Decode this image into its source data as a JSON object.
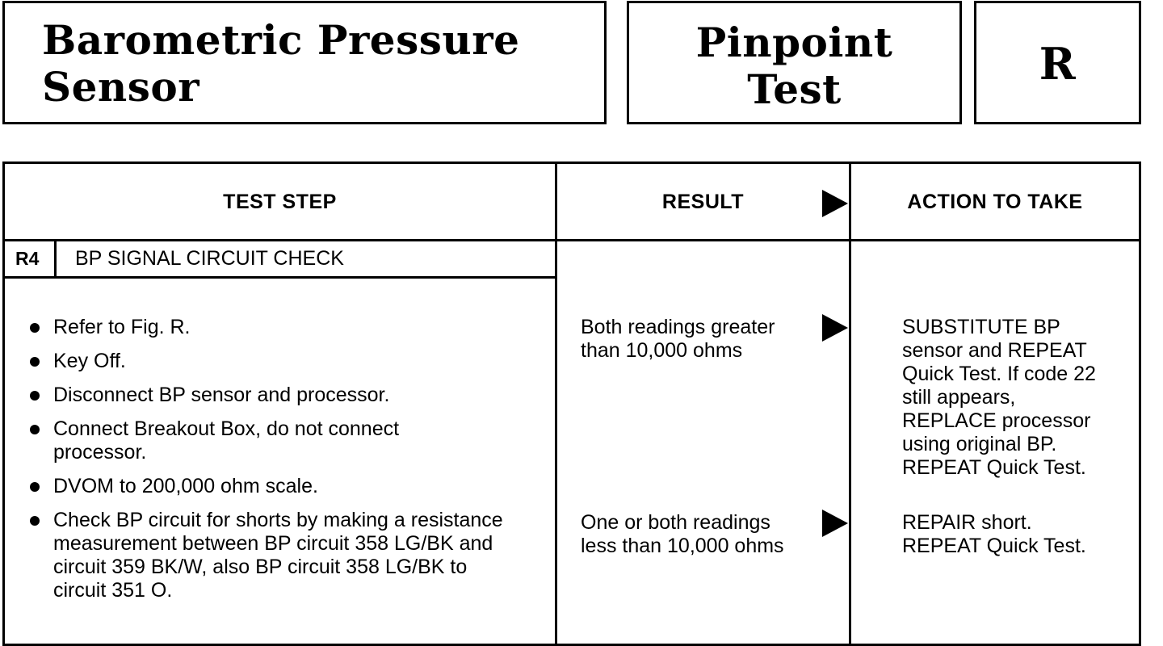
{
  "header": {
    "title": "Barometric Pressure\nSensor",
    "test_type": "Pinpoint\nTest",
    "test_letter": "R"
  },
  "table": {
    "columns": [
      "TEST STEP",
      "RESULT",
      "ACTION TO TAKE"
    ],
    "step": {
      "id": "R4",
      "title": "BP SIGNAL CIRCUIT CHECK",
      "instructions": [
        "Refer to Fig. R.",
        "Key Off.",
        "Disconnect BP sensor and processor.",
        "Connect Breakout Box, do not connect processor.",
        "DVOM to 200,000 ohm scale.",
        "Check BP circuit for shorts by making a resistance measurement between BP circuit 358 LG/BK and circuit 359 BK/W, also BP circuit 358 LG/BK to circuit 351 O."
      ]
    },
    "outcomes": [
      {
        "result": "Both readings greater\nthan 10,000 ohms",
        "action": "SUBSTITUTE BP\nsensor and REPEAT\nQuick Test. If code 22\nstill appears,\nREPLACE processor\nusing original BP.\nREPEAT Quick Test."
      },
      {
        "result": "One or both readings\nless than 10,000 ohms",
        "action": "REPAIR short.\nREPEAT Quick Test."
      }
    ]
  }
}
